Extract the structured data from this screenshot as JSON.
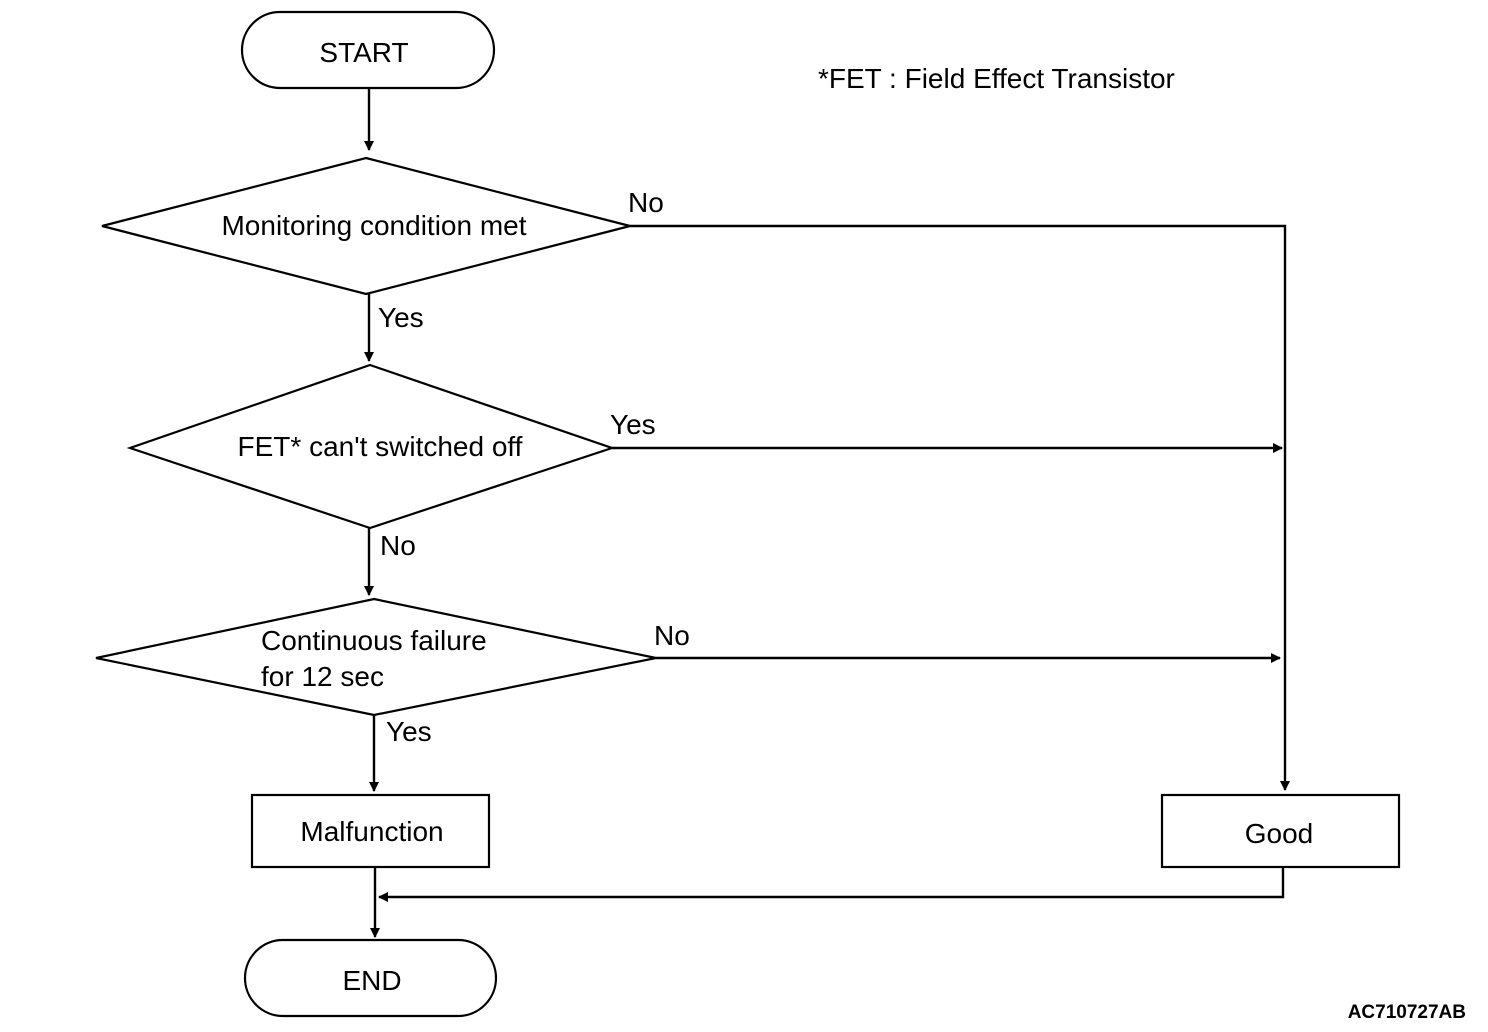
{
  "nodes": {
    "start": "START",
    "monitoring": "Monitoring condition met",
    "fet": "FET* can't switched off",
    "continuous_line1": "Continuous failure",
    "continuous_line2": "for 12 sec",
    "malfunction": "Malfunction",
    "good": "Good",
    "end": "END"
  },
  "edges": {
    "monitoring_yes": "Yes",
    "monitoring_no": "No",
    "fet_yes": "Yes",
    "fet_no": "No",
    "continuous_yes": "Yes",
    "continuous_no": "No"
  },
  "footnote": "*FET : Field Effect Transistor",
  "figure_code": "AC710727AB"
}
